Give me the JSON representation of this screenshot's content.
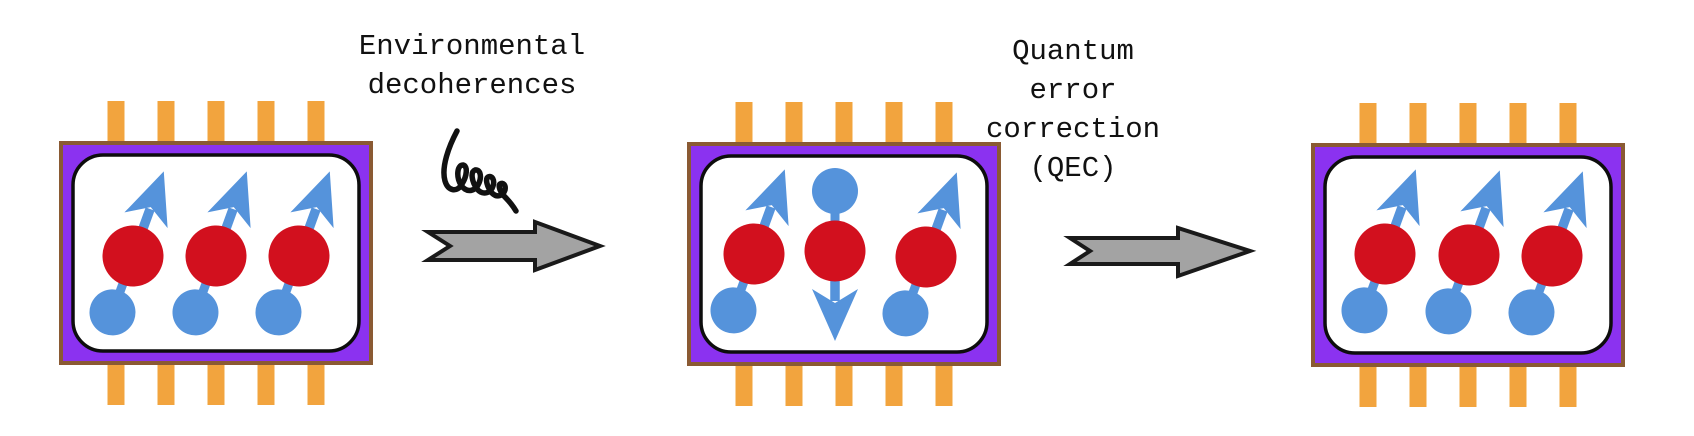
{
  "labels": {
    "decoherence": {
      "lines": [
        "Environmental",
        "decoherences"
      ]
    },
    "qec": {
      "lines": [
        "Quantum",
        "error",
        "correction",
        "(QEC)"
      ]
    }
  },
  "chips": [
    {
      "id": "qubit-chip-initial",
      "spins": [
        "up",
        "up",
        "up"
      ]
    },
    {
      "id": "qubit-chip-error",
      "spins": [
        "up",
        "down",
        "up"
      ]
    },
    {
      "id": "qubit-chip-corrected",
      "spins": [
        "up",
        "up",
        "up"
      ]
    }
  ],
  "icons": [
    "noise-squiggle-icon",
    "decoherence-arrow-icon",
    "qec-arrow-icon",
    "chip-icon",
    "qubit-spin-icon"
  ],
  "colors": {
    "pin_orange": "#F2A43E",
    "chip_purple": "#8B32F0",
    "chip_border_brown": "#8A5A33",
    "nucleus_red": "#D2101E",
    "spin_blue": "#5593DB",
    "arrow_gray": "#A3A3A3",
    "ink": "#111111",
    "background": "#FFFFFF"
  }
}
